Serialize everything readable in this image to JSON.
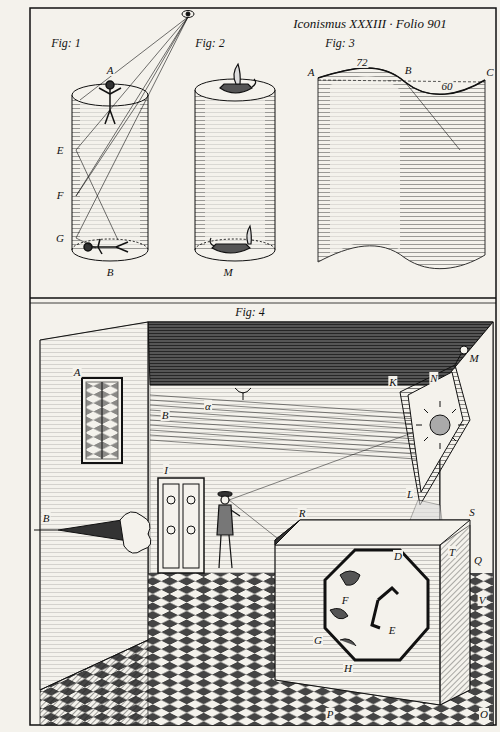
{
  "diagram": {
    "title": "Iconismus XXXIII · Folio 901",
    "labels": [
      "Fig: 1",
      "Fig: 2",
      "Fig: 3",
      "A",
      "E",
      "F",
      "G",
      "B",
      "M",
      "A",
      "72",
      "B",
      "60",
      "C",
      "Fig: 4",
      "A",
      "B",
      "B",
      "I",
      "α",
      "K",
      "M",
      "N",
      "L",
      "R",
      "S",
      "T",
      "Q",
      "V",
      "D",
      "F",
      "G",
      "H",
      "E",
      "P",
      "O"
    ]
  }
}
